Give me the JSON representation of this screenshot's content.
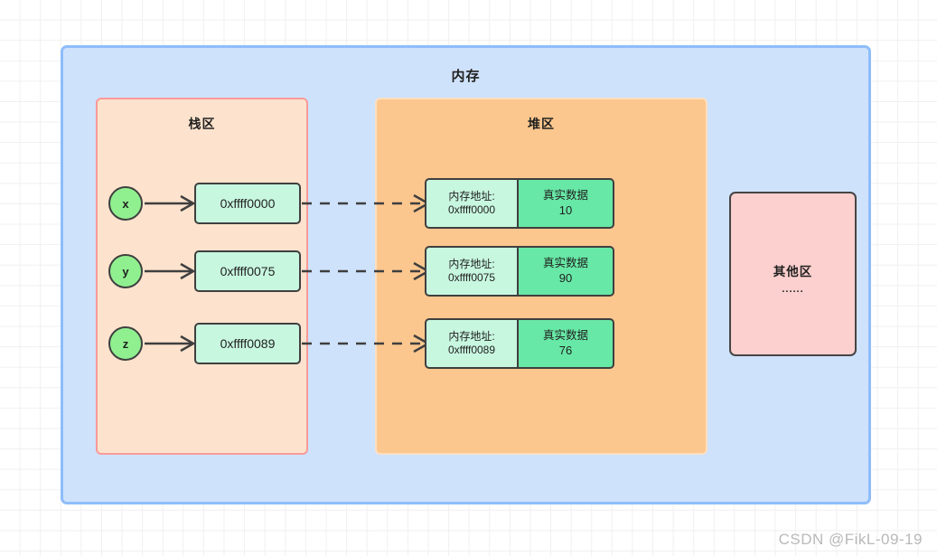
{
  "watermark": "CSDN @FikL-09-19",
  "memory": {
    "title": "内存",
    "stack": {
      "title": "栈区",
      "variables": [
        {
          "name": "x",
          "address": "0xffff0000"
        },
        {
          "name": "y",
          "address": "0xffff0075"
        },
        {
          "name": "z",
          "address": "0xffff0089"
        }
      ]
    },
    "heap": {
      "title": "堆区",
      "addr_label": "内存地址:",
      "data_label": "真实数据",
      "cells": [
        {
          "addr_label": "内存地址:",
          "address": "0xffff0000",
          "data_label": "真实数据",
          "value": "10"
        },
        {
          "addr_label": "内存地址:",
          "address": "0xffff0075",
          "data_label": "真实数据",
          "value": "90"
        },
        {
          "addr_label": "内存地址:",
          "address": "0xffff0089",
          "data_label": "真实数据",
          "value": "76"
        }
      ]
    },
    "other": {
      "title": "其他区",
      "dots": "......"
    }
  },
  "colors": {
    "memory_fill": "#cfe2fb",
    "memory_border": "#8ebdfa",
    "stack_fill": "#fde3cd",
    "stack_border": "#f99a9a",
    "heap_fill": "#fcc78e",
    "heap_border": "#fddfbe",
    "other_fill": "#fbd0ce",
    "other_border": "#454545",
    "circle_fill": "#90f090",
    "addr_fill": "#c8f7e0",
    "data_fill": "#68e8a6",
    "stroke": "#3f3f3f"
  }
}
